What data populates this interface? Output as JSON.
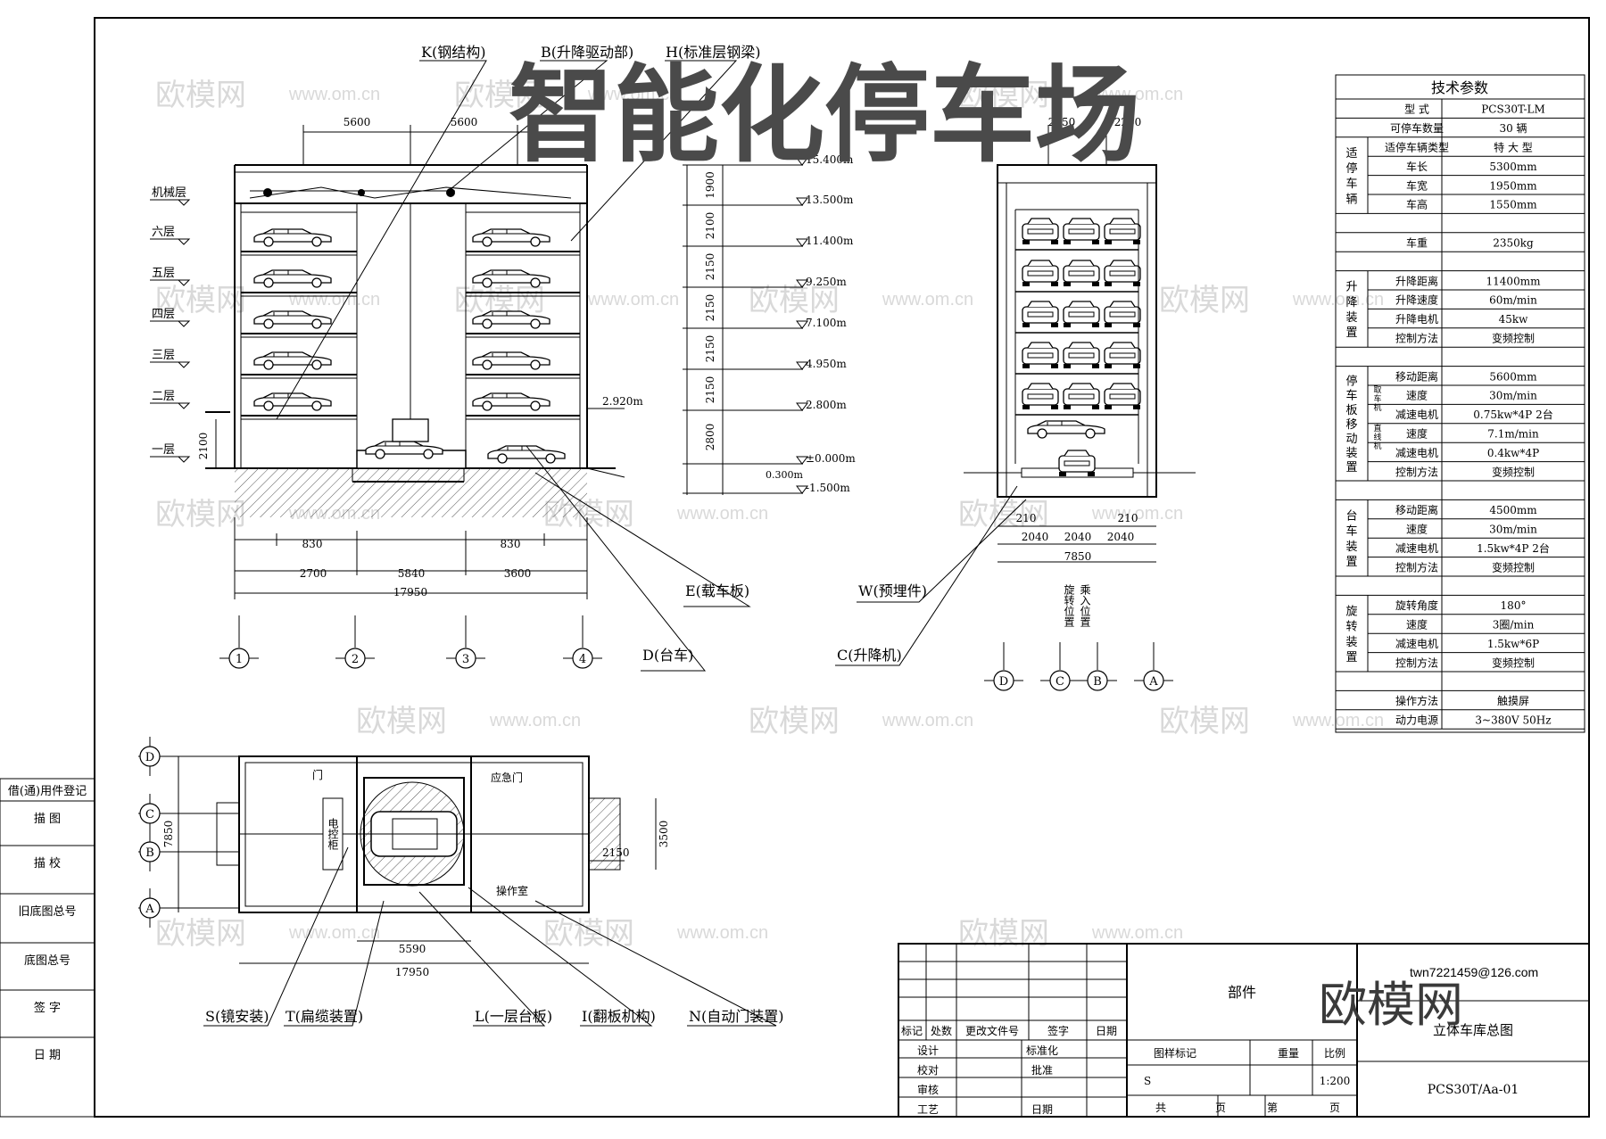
{
  "title": "智能化停车场",
  "watermark": "欧模网",
  "watermark_url": "www.om.cn",
  "brand_logo_text": "欧模网",
  "email": "twn7221459@126.com",
  "colors": {
    "line": "#000000",
    "title": "#4a4a4a",
    "watermark": "#d9d9d9",
    "ground": "#666666"
  },
  "callouts": {
    "K": "K(钢结构)",
    "B": "B(升降驱动部)",
    "H": "H(标准层钢梁)",
    "E": "E(载车板)",
    "D": "D(台车)",
    "W": "W(预埋件)",
    "C": "C(升降机)",
    "S": "S(镜安装)",
    "T": "T(扁缆装置)",
    "L": "L(一层台板)",
    "I": "I(翻板机构)",
    "N": "N(自动门装置)"
  },
  "floors": [
    "机械层",
    "六层",
    "五层",
    "四层",
    "三层",
    "二层",
    "一层"
  ],
  "elevations": [
    "15.400m",
    "13.500m",
    "11.400m",
    "9.250m",
    "7.100m",
    "4.950m",
    "2.800m",
    "±0.000m",
    "-1.500m"
  ],
  "elev_misc": {
    "side": "2.920m",
    "pit": "0.300m"
  },
  "story_heights": [
    "1900",
    "2100",
    "2150",
    "2150",
    "2150",
    "2150",
    "2800"
  ],
  "front_dims": {
    "top_left": "5600",
    "top_right": "5600",
    "left_ht": "2100",
    "seg1": "830",
    "seg2": "830",
    "w1": "2700",
    "w2": "5840",
    "w3": "3600",
    "total": "17950"
  },
  "side_dims": {
    "top_a": "2250",
    "top_b": "2250",
    "a": "210",
    "b": "210",
    "c1": "2040",
    "c2": "2040",
    "c3": "2040",
    "total": "7850",
    "note1": "旋转位置",
    "note2": "乘入位置"
  },
  "grid_front": [
    "1",
    "2",
    "3",
    "4"
  ],
  "grid_side": [
    "D",
    "C",
    "B",
    "A"
  ],
  "grid_plan": [
    "D",
    "C",
    "B",
    "A"
  ],
  "plan": {
    "door": "门",
    "emergency": "应急门",
    "cabinet": "电控柜",
    "room": "操作室",
    "h": "7850",
    "w_ramp": "3500",
    "w_inner": "2150",
    "w_plat": "5590",
    "total": "17950"
  },
  "tech": {
    "title": "技术参数",
    "rows": [
      {
        "g": "",
        "s": "",
        "k": "型   式",
        "v": "PCS30T-LM"
      },
      {
        "g": "",
        "s": "",
        "k": "可停车数量",
        "v": "30 辆"
      },
      {
        "g": "适停车辆",
        "s": "",
        "k": "适停车辆类型",
        "v": "特 大 型"
      },
      {
        "g": "",
        "s": "",
        "k": "车长",
        "v": "5300mm"
      },
      {
        "g": "",
        "s": "",
        "k": "车宽",
        "v": "1950mm"
      },
      {
        "g": "",
        "s": "",
        "k": "车高",
        "v": "1550mm"
      },
      {
        "g": "",
        "s": "",
        "k": "",
        "v": ""
      },
      {
        "g": "",
        "s": "",
        "k": "车重",
        "v": "2350kg"
      },
      {
        "g": "",
        "s": "",
        "k": "",
        "v": ""
      },
      {
        "g": "升降装置",
        "s": "",
        "k": "升降距离",
        "v": "11400mm"
      },
      {
        "g": "",
        "s": "",
        "k": "升降速度",
        "v": "60m/min"
      },
      {
        "g": "",
        "s": "",
        "k": "升降电机",
        "v": "45kw"
      },
      {
        "g": "",
        "s": "",
        "k": "控制方法",
        "v": "变频控制"
      },
      {
        "g": "",
        "s": "",
        "k": "",
        "v": ""
      },
      {
        "g": "停车板移动装置",
        "s": "",
        "k": "移动距离",
        "v": "5600mm"
      },
      {
        "g": "",
        "s": "取车机",
        "k": "速度",
        "v": "30m/min"
      },
      {
        "g": "",
        "s": "",
        "k": "减速电机",
        "v": "0.75kw*4P  2台"
      },
      {
        "g": "",
        "s": "直线机",
        "k": "速度",
        "v": "7.1m/min"
      },
      {
        "g": "",
        "s": "",
        "k": "减速电机",
        "v": "0.4kw*4P"
      },
      {
        "g": "",
        "s": "",
        "k": "控制方法",
        "v": "变频控制"
      },
      {
        "g": "",
        "s": "",
        "k": "",
        "v": ""
      },
      {
        "g": "台车装置",
        "s": "",
        "k": "移动距离",
        "v": "4500mm"
      },
      {
        "g": "",
        "s": "",
        "k": "速度",
        "v": "30m/min"
      },
      {
        "g": "",
        "s": "",
        "k": "减速电机",
        "v": "1.5kw*4P  2台"
      },
      {
        "g": "",
        "s": "",
        "k": "控制方法",
        "v": "变频控制"
      },
      {
        "g": "",
        "s": "",
        "k": "",
        "v": ""
      },
      {
        "g": "旋转装置",
        "s": "",
        "k": "旋转角度",
        "v": "180°"
      },
      {
        "g": "",
        "s": "",
        "k": "速度",
        "v": "3圈/min"
      },
      {
        "g": "",
        "s": "",
        "k": "减速电机",
        "v": "1.5kw*6P"
      },
      {
        "g": "",
        "s": "",
        "k": "控制方法",
        "v": "变频控制"
      },
      {
        "g": "",
        "s": "",
        "k": "",
        "v": ""
      },
      {
        "g": "",
        "s": "",
        "k": "操作方法",
        "v": "触摸屏"
      },
      {
        "g": "",
        "s": "",
        "k": "动力电源",
        "v": "3~380V  50Hz"
      }
    ]
  },
  "left_strip": [
    "借(通)用件登记",
    "描   图",
    "描   校",
    "旧底图总号",
    "底图总号",
    "签   字",
    "日   期"
  ],
  "title_block": {
    "h_mark": "标记",
    "h_count": "处数",
    "h_doc": "更改文件号",
    "h_sign": "签字",
    "h_date": "日期",
    "design": "设计",
    "std": "标准化",
    "check": "校对",
    "approve": "批准",
    "review": "审核",
    "craft": "工艺",
    "date": "日期",
    "part": "部件",
    "sample": "图样标记",
    "weight": "重量",
    "scale_lbl": "比例",
    "s_mark": "S",
    "scale": "1:200",
    "total": "共",
    "page1": "页",
    "nth": "第",
    "page2": "页",
    "name": "立体车库总图",
    "code": "PCS30T/Aa-01"
  }
}
